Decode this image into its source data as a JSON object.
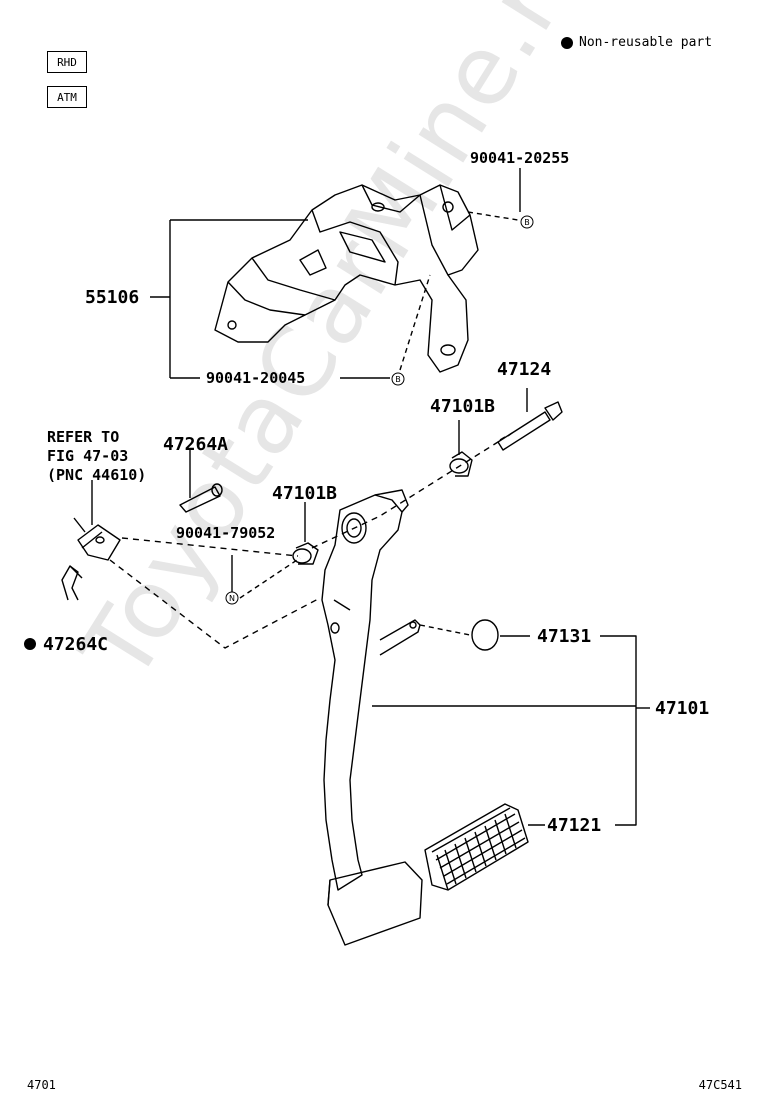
{
  "tags": {
    "rhd": "RHD",
    "atm": "ATM"
  },
  "legend": {
    "label": "Non-reusable part"
  },
  "watermark": "ToyotaCarMine.ru",
  "refer": {
    "line1": "REFER TO",
    "line2": "FIG 47-03",
    "line3": "(PNC 44610)"
  },
  "parts": {
    "p55106": "55106",
    "p90041_20255": "90041-20255",
    "p90041_20045": "90041-20045",
    "p47124": "47124",
    "p47101B_a": "47101B",
    "p47101B_b": "47101B",
    "p47264A": "47264A",
    "p90041_79052": "90041-79052",
    "p47264C": "47264C",
    "p47131": "47131",
    "p47101": "47101",
    "p47121": "47121"
  },
  "markers": {
    "b": "B",
    "n": "N"
  },
  "footer": {
    "left": "4701",
    "right": "47C541"
  }
}
